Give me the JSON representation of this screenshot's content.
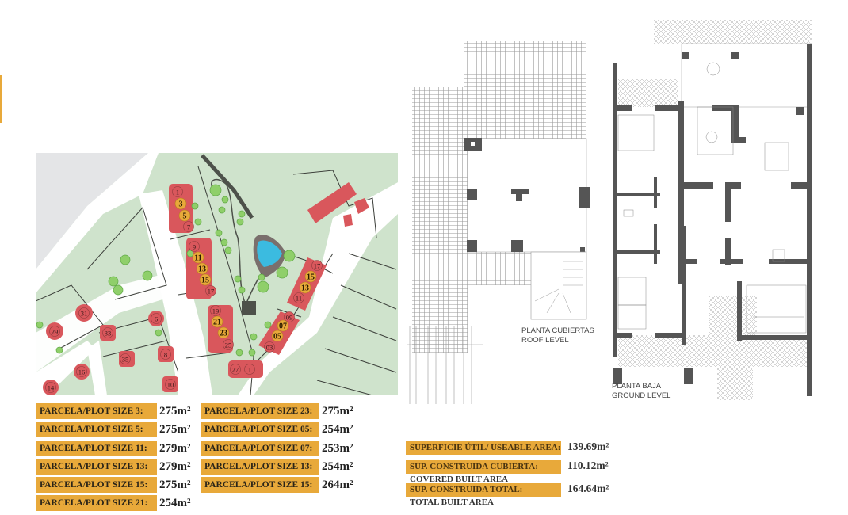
{
  "site_map": {
    "highlighted_plots": [
      "3",
      "5",
      "11",
      "13",
      "15",
      "21",
      "23",
      "15",
      "13",
      "07",
      "05"
    ],
    "other_plots": [
      "1",
      "7",
      "9",
      "17",
      "19",
      "25",
      "27",
      "1",
      "17",
      "11",
      "09",
      "03",
      "31",
      "29",
      "6",
      "33",
      "8",
      "35",
      "16",
      "10",
      "14"
    ],
    "colors": {
      "ground": "#cfe3cc",
      "road": "#ffffff",
      "house": "#d9575c",
      "highlight": "#e8a93a",
      "pool": "#3bbbe0",
      "tree": "#8fcf6a",
      "line": "#3c3f3a"
    }
  },
  "roof_plan": {
    "caption_es": "PLANTA CUBIERTAS",
    "caption_en": "ROOF LEVEL"
  },
  "ground_plan": {
    "caption_es": "PLANTA BAJA",
    "caption_en": "GROUND LEVEL"
  },
  "plot_sizes": {
    "left": [
      {
        "label": "PARCELA/PLOT SIZE 3:",
        "value": "275m²"
      },
      {
        "label": "PARCELA/PLOT SIZE 5:",
        "value": "275m²"
      },
      {
        "label": "PARCELA/PLOT SIZE 11:",
        "value": "279m²"
      },
      {
        "label": "PARCELA/PLOT SIZE 13:",
        "value": "279m²"
      },
      {
        "label": "PARCELA/PLOT SIZE 15:",
        "value": "275m²"
      },
      {
        "label": "PARCELA/PLOT SIZE 21:",
        "value": "254m²"
      }
    ],
    "right": [
      {
        "label": "PARCELA/PLOT SIZE 23:",
        "value": "275m²"
      },
      {
        "label": "PARCELA/PLOT SIZE 05:",
        "value": "254m²"
      },
      {
        "label": "PARCELA/PLOT SIZE 07:",
        "value": "253m²"
      },
      {
        "label": "PARCELA/PLOT SIZE 13:",
        "value": "254m²"
      },
      {
        "label": "PARCELA/PLOT SIZE 15:",
        "value": "264m²"
      }
    ]
  },
  "areas": [
    {
      "label": "SUPERFICIE ÚTIL/ USEABLE AREA:",
      "value": "139.69m²",
      "sub": ""
    },
    {
      "label": "SUP. CONSTRUIDA CUBIERTA:",
      "value": "110.12m²",
      "sub": "COVERED BUILT AREA"
    },
    {
      "label": "SUP. CONSTRUIDA TOTAL:",
      "value": "164.64m²",
      "sub": "TOTAL BUILT AREA"
    }
  ]
}
